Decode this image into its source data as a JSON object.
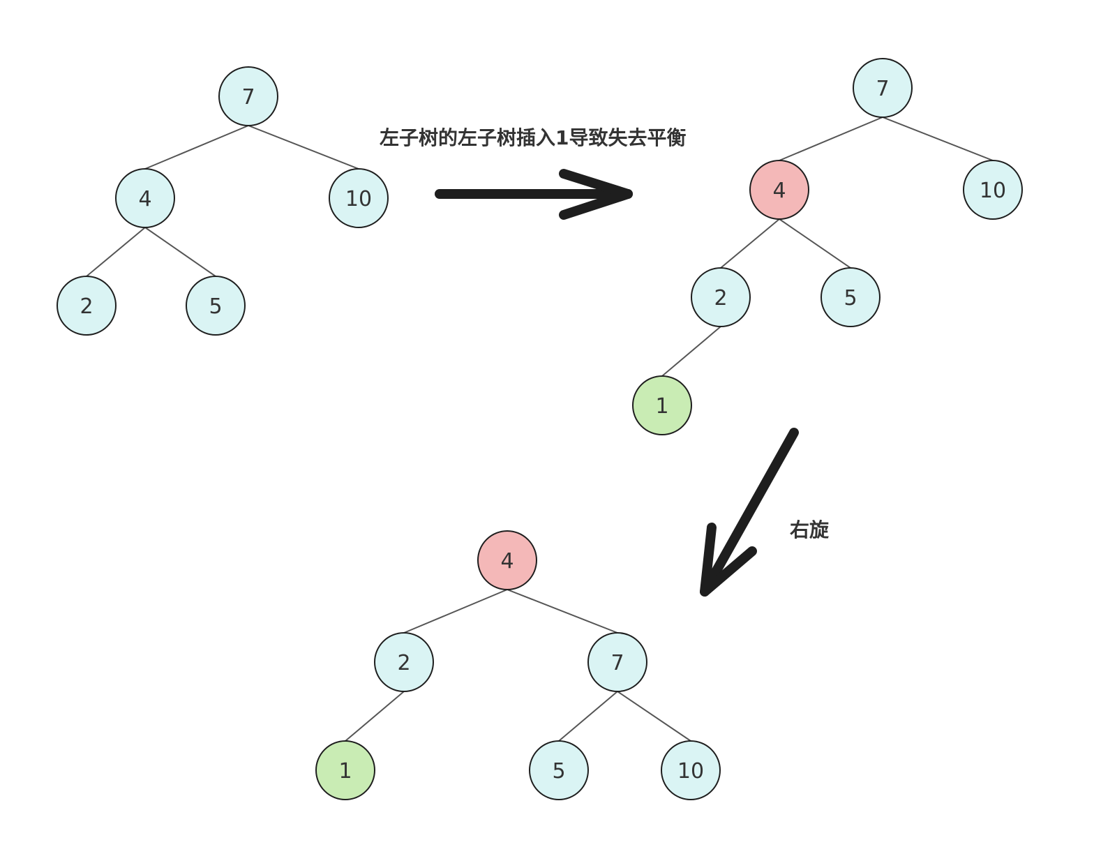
{
  "colors": {
    "normal": "#daf4f4",
    "unbalanced": "#f4b8b8",
    "inserted": "#c9ecb4",
    "stroke": "#1e1e1e",
    "edge": "#555555",
    "arrow": "#1e1e1e"
  },
  "labels": {
    "insert_caption": "左子树的左子树插入1导致失去平衡",
    "rotate_caption": "右旋"
  },
  "trees": [
    {
      "name": "original-tree",
      "nodes": [
        {
          "value": "7",
          "state": "normal"
        },
        {
          "value": "4",
          "state": "normal"
        },
        {
          "value": "10",
          "state": "normal"
        },
        {
          "value": "2",
          "state": "normal"
        },
        {
          "value": "5",
          "state": "normal"
        }
      ],
      "edges": [
        [
          0,
          1
        ],
        [
          0,
          2
        ],
        [
          1,
          3
        ],
        [
          1,
          4
        ]
      ]
    },
    {
      "name": "unbalanced-tree",
      "nodes": [
        {
          "value": "7",
          "state": "normal"
        },
        {
          "value": "4",
          "state": "unbalanced"
        },
        {
          "value": "10",
          "state": "normal"
        },
        {
          "value": "2",
          "state": "normal"
        },
        {
          "value": "5",
          "state": "normal"
        },
        {
          "value": "1",
          "state": "inserted"
        }
      ],
      "edges": [
        [
          0,
          1
        ],
        [
          0,
          2
        ],
        [
          1,
          3
        ],
        [
          1,
          4
        ],
        [
          3,
          5
        ]
      ]
    },
    {
      "name": "rotated-tree",
      "nodes": [
        {
          "value": "4",
          "state": "unbalanced"
        },
        {
          "value": "2",
          "state": "normal"
        },
        {
          "value": "7",
          "state": "normal"
        },
        {
          "value": "1",
          "state": "inserted"
        },
        {
          "value": "5",
          "state": "normal"
        },
        {
          "value": "10",
          "state": "normal"
        }
      ],
      "edges": [
        [
          0,
          1
        ],
        [
          0,
          2
        ],
        [
          1,
          3
        ],
        [
          2,
          4
        ],
        [
          2,
          5
        ]
      ]
    }
  ]
}
